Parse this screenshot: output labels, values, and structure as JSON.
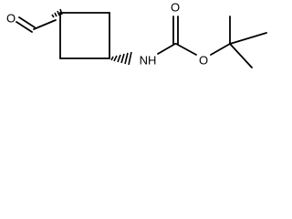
{
  "molecule": {
    "atoms": {
      "aldehyde_oxygen": "O",
      "amide_nitrogen": "NH",
      "carbonyl_oxygen": "O",
      "ester_oxygen": "O"
    }
  }
}
